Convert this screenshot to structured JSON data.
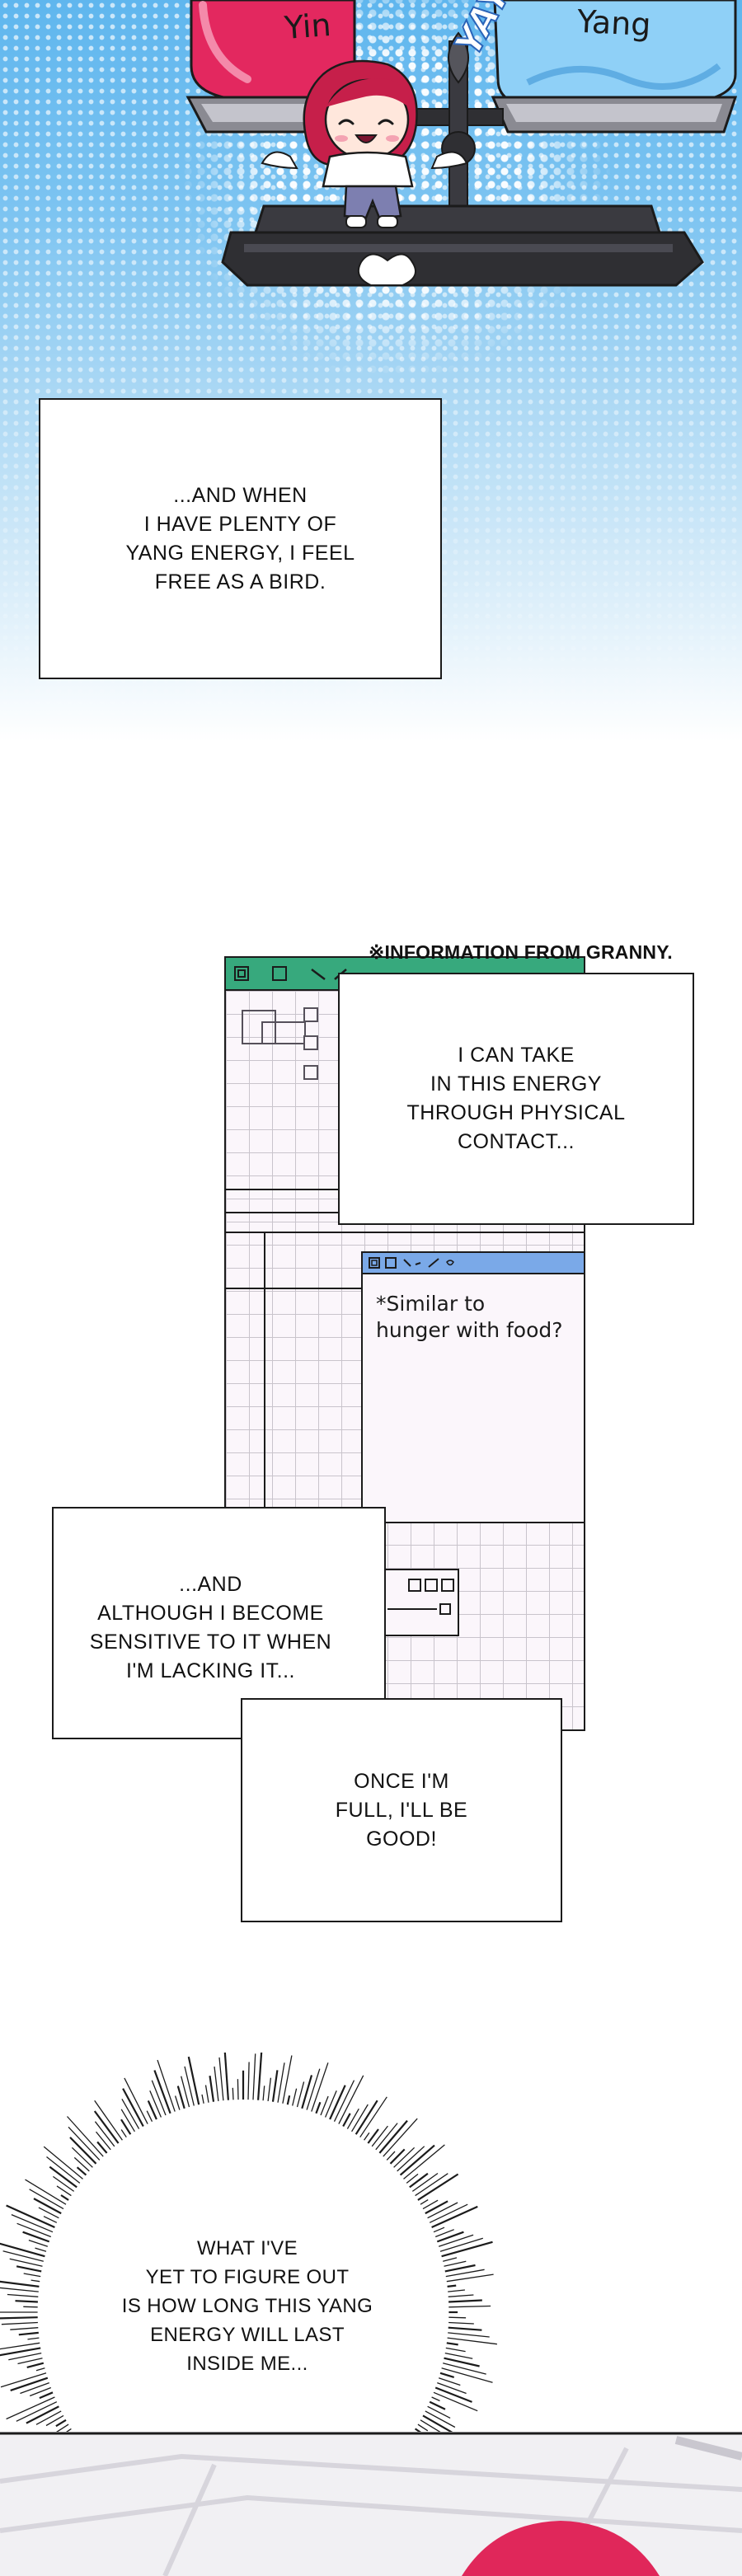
{
  "scene": {
    "yin_label": "Yin",
    "yang_label": "Yang",
    "yay_label": "YAY!",
    "colors": {
      "sky": "#5fb6ee",
      "yin_pan": "#e3285f",
      "yang_pan": "#8fd0f7",
      "scale_base": "#2f2f33"
    }
  },
  "captions": {
    "box1": "...AND WHEN\nI HAVE PLENTY OF\nYANG ENERGY, I FEEL\nFREE AS A BIRD.",
    "info_note": "※INFORMATION FROM GRANNY.",
    "box2": "I CAN TAKE\nIN THIS ENERGY\nTHROUGH PHYSICAL\nCONTACT...",
    "note_window": "*Similar to\nhunger with food?",
    "box3": "...AND\nALTHOUGH I BECOME\nSENSITIVE TO IT WHEN\nI'M LACKING IT...",
    "box4": "ONCE I'M\nFULL, I'LL BE\nGOOD!",
    "burst": "WHAT I'VE\nYET TO FIGURE OUT\nIS HOW LONG THIS YANG\nENERGY WILL LAST\nINSIDE ME..."
  },
  "window_colors": {
    "main_bar": "#37a97d",
    "note_bar": "#7aa9e8",
    "body": "#fbf6fb"
  },
  "icons": [
    "window-square-icon",
    "pencil-icon",
    "heart-icon"
  ]
}
